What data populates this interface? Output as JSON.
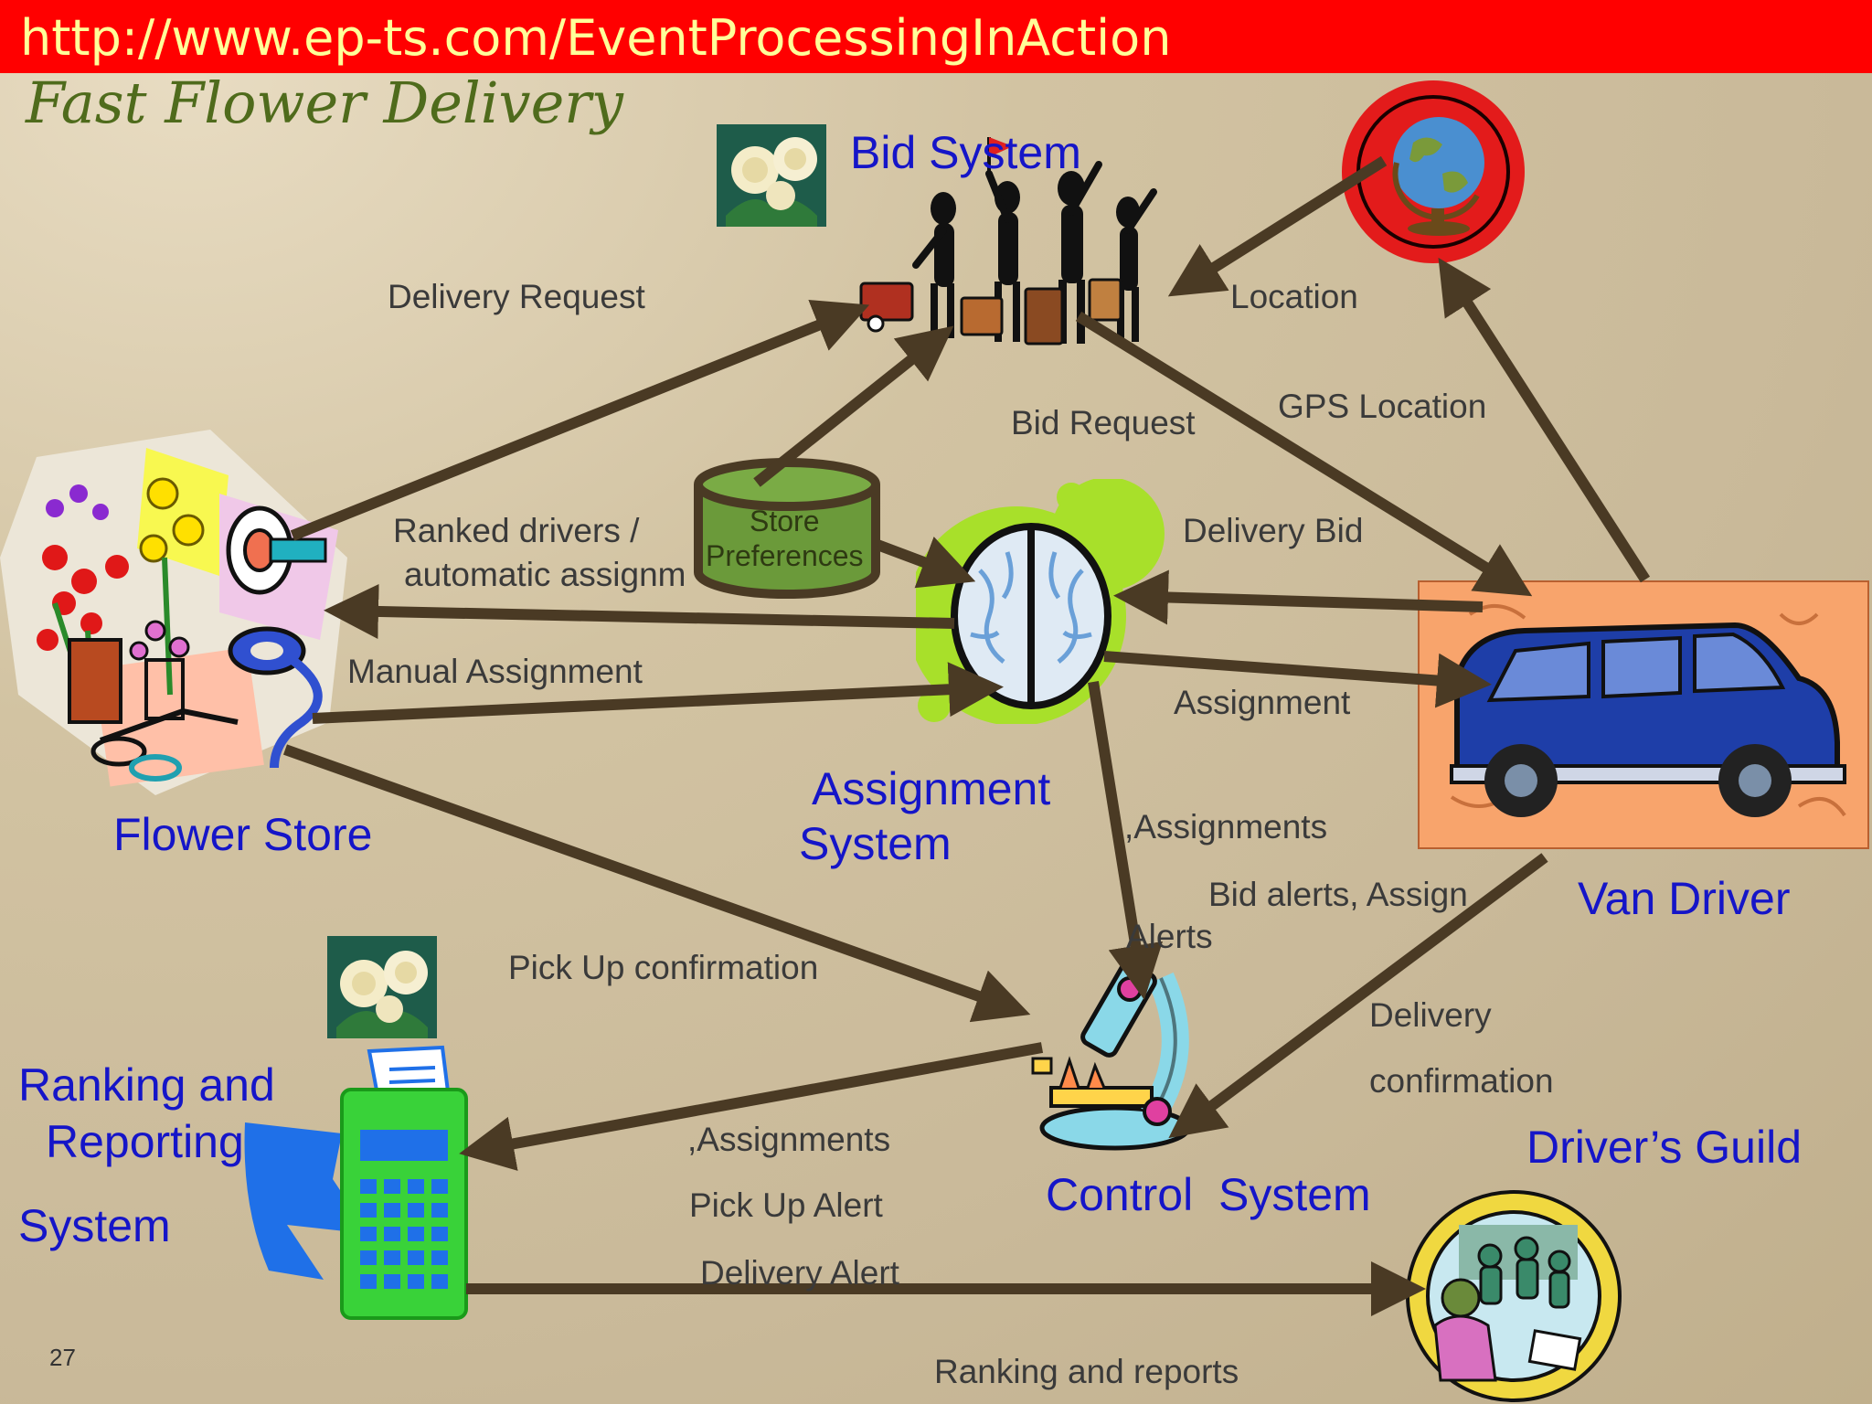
{
  "url": "http://www.ep-ts.com/EventProcessingInAction",
  "title": "Fast Flower Delivery",
  "page_number": "27",
  "systems": {
    "bid": "Bid System",
    "assignment_line1": "Assignment",
    "assignment_line2": "System",
    "flower_store": "Flower Store",
    "van_driver": "Van Driver",
    "ranking_line1": "Ranking and",
    "ranking_line2": "Reporting",
    "ranking_line3": "System",
    "control": "Control  System",
    "drivers_guild": "Driver’s Guild"
  },
  "store_preferences": {
    "line1": "Store",
    "line2": "Preferences"
  },
  "labels": {
    "delivery_request": "Delivery Request",
    "location": "Location",
    "bid_request": "Bid Request",
    "gps_location": "GPS Location",
    "ranked_drivers_line1": "Ranked drivers /",
    "ranked_drivers_line2": "automatic assignm",
    "delivery_bid": "Delivery Bid",
    "manual_assignment": "Manual Assignment",
    "assignment": "Assignment",
    "assignments_control": ",Assignments",
    "bid_alerts_line1": "Bid alerts, Assign",
    "bid_alerts_line2": "Alerts",
    "pickup_confirmation": "Pick Up confirmation",
    "delivery_confirmation_line1": "Delivery",
    "delivery_confirmation_line2": "confirmation",
    "assignments_ranking": ",Assignments",
    "pickup_alert": "Pick Up Alert",
    "delivery_alert": "Delivery Alert",
    "ranking_reports": "Ranking and reports"
  },
  "colors": {
    "url_bar": "#ff0000",
    "url_text": "#ffff99",
    "title": "#4f6b1c",
    "system_label": "#1515c8",
    "arrow": "#4a3a24",
    "flow_label": "#3a3a3a"
  }
}
